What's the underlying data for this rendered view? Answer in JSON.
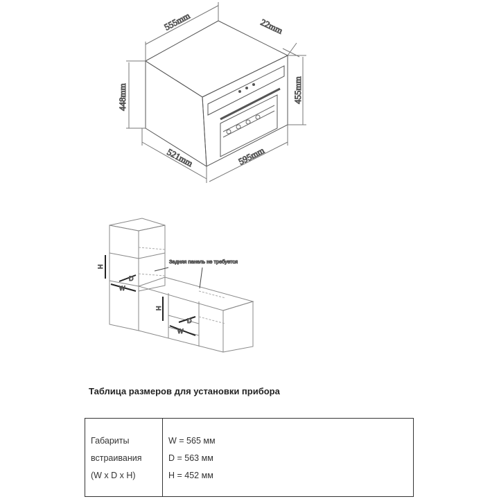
{
  "oven_diagram": {
    "dimensions": {
      "depth_top": "555mm",
      "door_depth": "22mm",
      "body_height": "448mm",
      "front_height": "455mm",
      "body_depth": "521mm",
      "front_width": "595mm"
    }
  },
  "cabinet_diagram": {
    "note": "Задняя панель не требуется",
    "labels": {
      "h": "H",
      "d": "D",
      "w": "W"
    }
  },
  "table": {
    "title": "Таблица размеров для установки прибора",
    "label_lines": [
      "Габариты",
      "встраивания",
      "(W x D x H)"
    ],
    "value_lines": [
      "W = 565 мм",
      "D = 563 мм",
      "H = 452 мм"
    ]
  }
}
